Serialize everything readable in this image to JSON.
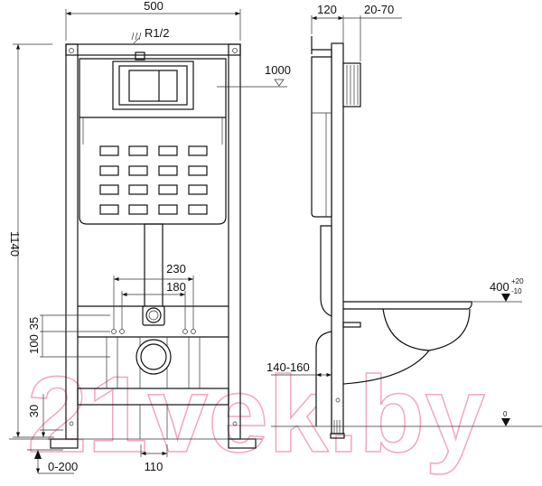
{
  "drawing": {
    "front_view": {
      "width_dim": "500",
      "height_dim": "1140",
      "inlet_label": "R1/2",
      "level_label": "1000",
      "mount_outer_dim": "230",
      "mount_inner_dim": "180",
      "dim_35": "35",
      "dim_100": "100",
      "dim_30": "30",
      "foot_adjust_dim": "0-200",
      "drain_width_dim": "110"
    },
    "side_view": {
      "depth_dim": "120",
      "wall_dim": "20-70",
      "seat_height": "400",
      "seat_tol_plus": "+20",
      "seat_tol_minus": "-10",
      "drain_offset_dim": "140-160",
      "floor_level": "0"
    },
    "watermark": "21vek.by"
  }
}
